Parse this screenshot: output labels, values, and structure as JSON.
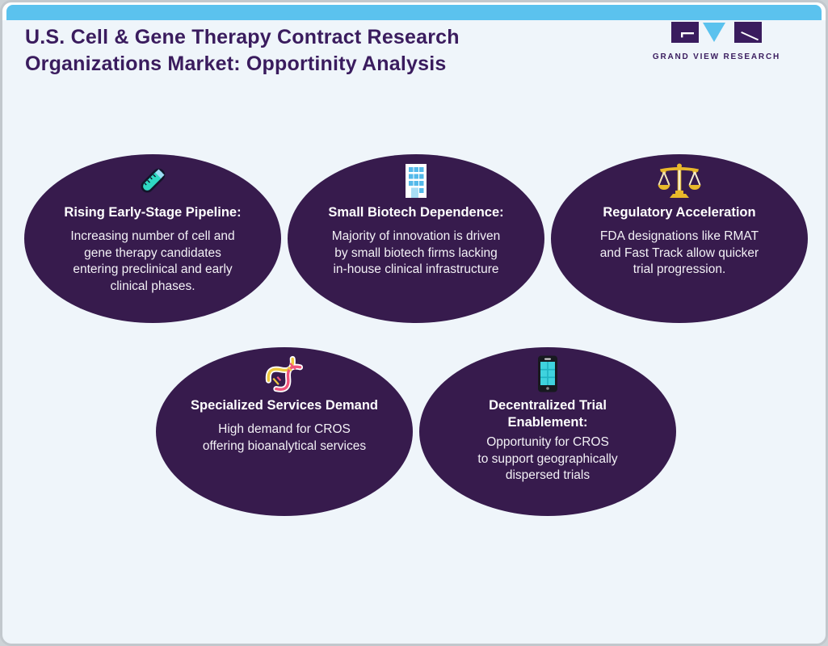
{
  "header": {
    "title": "U.S. Cell & Gene Therapy Contract Research\nOrganizations Market: Opportinity Analysis",
    "logo_text": "GRAND VIEW RESEARCH"
  },
  "colors": {
    "accent_blue": "#5bc2ee",
    "ellipse_purple": "#371b4d",
    "title_purple": "#3a1c5e",
    "background": "#eff5fa",
    "text_white": "#ffffff",
    "gold": "#e9b92a",
    "teal": "#2fd8c3",
    "pink": "#f0527a",
    "yellow": "#eec93f"
  },
  "ellipses": [
    {
      "icon": "test-tube-icon",
      "title": "Rising Early-Stage Pipeline:",
      "body": "Increasing number of cell and\ngene therapy candidates\nentering preclinical and early\nclinical phases."
    },
    {
      "icon": "building-icon",
      "title": "Small Biotech Dependence:",
      "body": "Majority of innovation is driven\nby small biotech firms lacking\nin-house clinical infrastructure"
    },
    {
      "icon": "scales-icon",
      "title": "Regulatory Acceleration",
      "body": "FDA designations like RMAT\nand Fast Track allow quicker\ntrial progression."
    },
    {
      "icon": "dna-icon",
      "title": "Specialized Services Demand",
      "body": "High demand for CROS\noffering bioanalytical services"
    },
    {
      "icon": "smartphone-icon",
      "title": "Decentralized Trial\nEnablement:",
      "body": "Opportunity for CROS\nto support geographically\ndispersed trials"
    }
  ]
}
